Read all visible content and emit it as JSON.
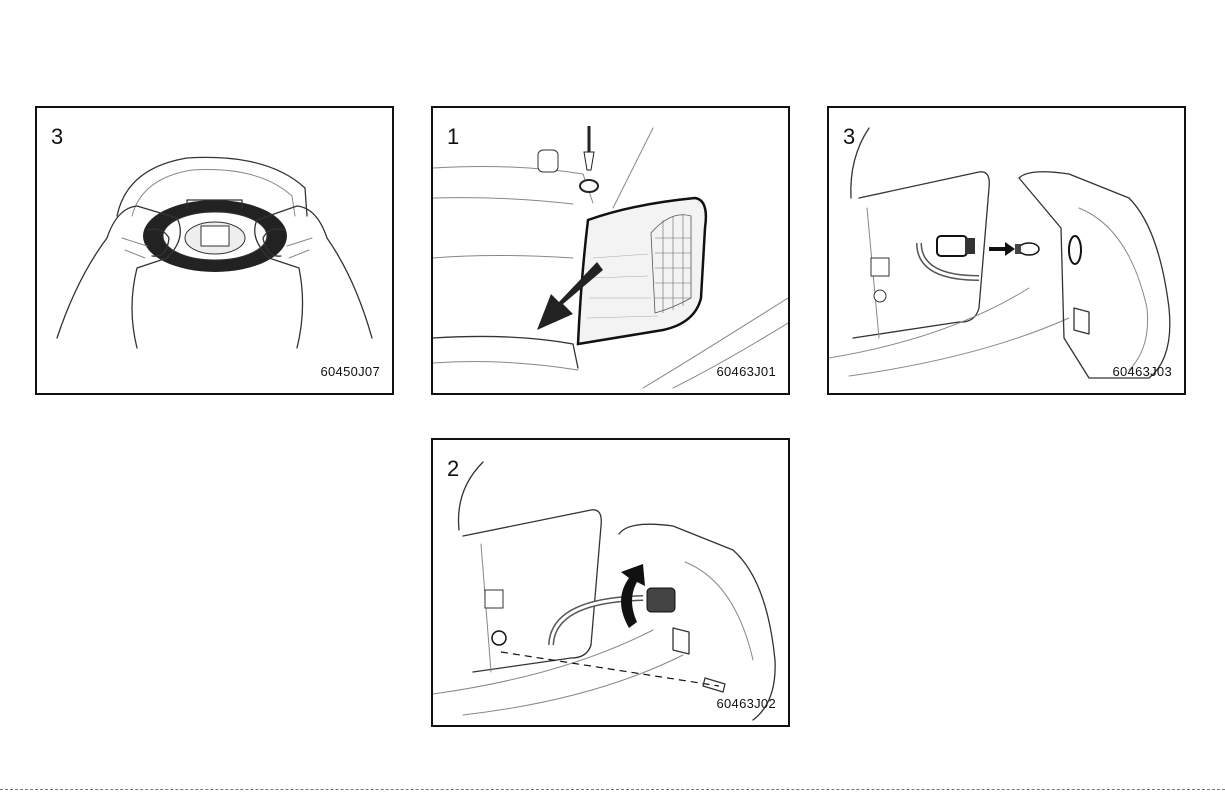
{
  "panels": [
    {
      "step": "3",
      "code": "60450J07"
    },
    {
      "step": "1",
      "code": "60463J01"
    },
    {
      "step": "3",
      "code": "60463J03"
    },
    {
      "step": "2",
      "code": "60463J02"
    }
  ],
  "icons": [
    "hands-bulb-socket-illustration",
    "screw-removal-illustration",
    "bulb-replacement-illustration",
    "socket-twist-illustration"
  ],
  "colors": {
    "ink": "#111111",
    "paper": "#ffffff"
  }
}
